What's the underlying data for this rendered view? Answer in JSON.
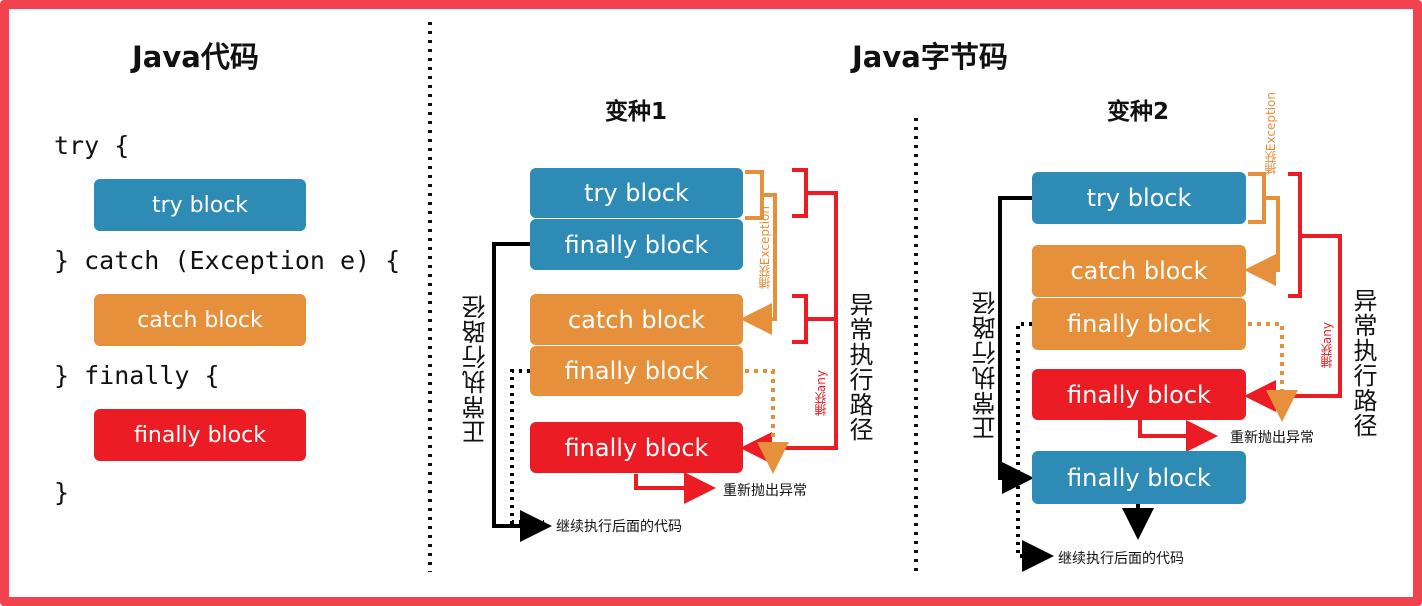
{
  "left": {
    "title": "Java代码",
    "code": {
      "line_try": "try {",
      "line_catch": "} catch (Exception e) {",
      "line_finally": "} finally {",
      "line_close": "}"
    },
    "blocks": {
      "try": "try block",
      "catch": "catch block",
      "finally": "finally block"
    }
  },
  "right": {
    "title": "Java字节码"
  },
  "variant1": {
    "title": "变种1",
    "blocks": {
      "try": "try block",
      "finally_1": "finally block",
      "catch": "catch block",
      "finally_2": "finally block",
      "finally_3": "finally block"
    },
    "labels": {
      "normal_path": "正常执行路径",
      "exception_path": "异常执行路径",
      "catch_exception": "捕获Exception",
      "catch_any": "捕获any",
      "rethrow": "重新抛出异常",
      "continue": "继续执行后面的代码"
    }
  },
  "variant2": {
    "title": "变种2",
    "blocks": {
      "try": "try block",
      "catch": "catch block",
      "finally_1": "finally block",
      "finally_2": "finally block",
      "finally_3": "finally block"
    },
    "labels": {
      "normal_path": "正常执行路径",
      "exception_path": "异常执行路径",
      "catch_exception": "捕获Exception",
      "catch_any": "捕获any",
      "rethrow": "重新抛出异常",
      "continue": "继续执行后面的代码"
    }
  },
  "colors": {
    "frame": "#f2424f",
    "try": "#2e8bb6",
    "catch": "#e6903b",
    "finally_red": "#ec1c24",
    "arrow_black": "#000000"
  }
}
